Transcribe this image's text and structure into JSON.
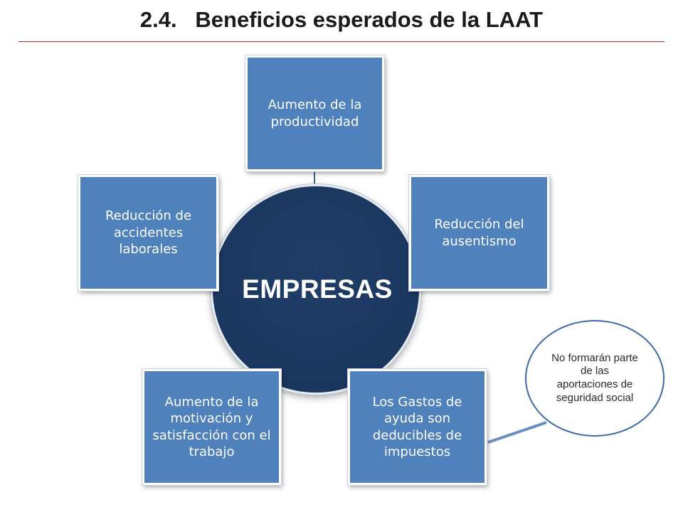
{
  "title": "2.4.   Beneficios esperados de la LAAT",
  "hub": {
    "label": "EMPRESAS"
  },
  "benefits": [
    {
      "label": "Aumento de la productividad"
    },
    {
      "label": "Reducción del ausentismo"
    },
    {
      "label": "Los Gastos de ayuda son deducibles de impuestos"
    },
    {
      "label": "Aumento de la motivación y satisfacción con el trabajo"
    },
    {
      "label": "Reducción de accidentes laborales"
    }
  ],
  "callout": {
    "text": "No formarán parte de las aportaciones de seguridad social"
  },
  "colors": {
    "box_fill": "#4f81bd",
    "hub_fill": "#1a3760",
    "title_rule": "#c0282d",
    "callout_border": "#3a6aa8"
  }
}
